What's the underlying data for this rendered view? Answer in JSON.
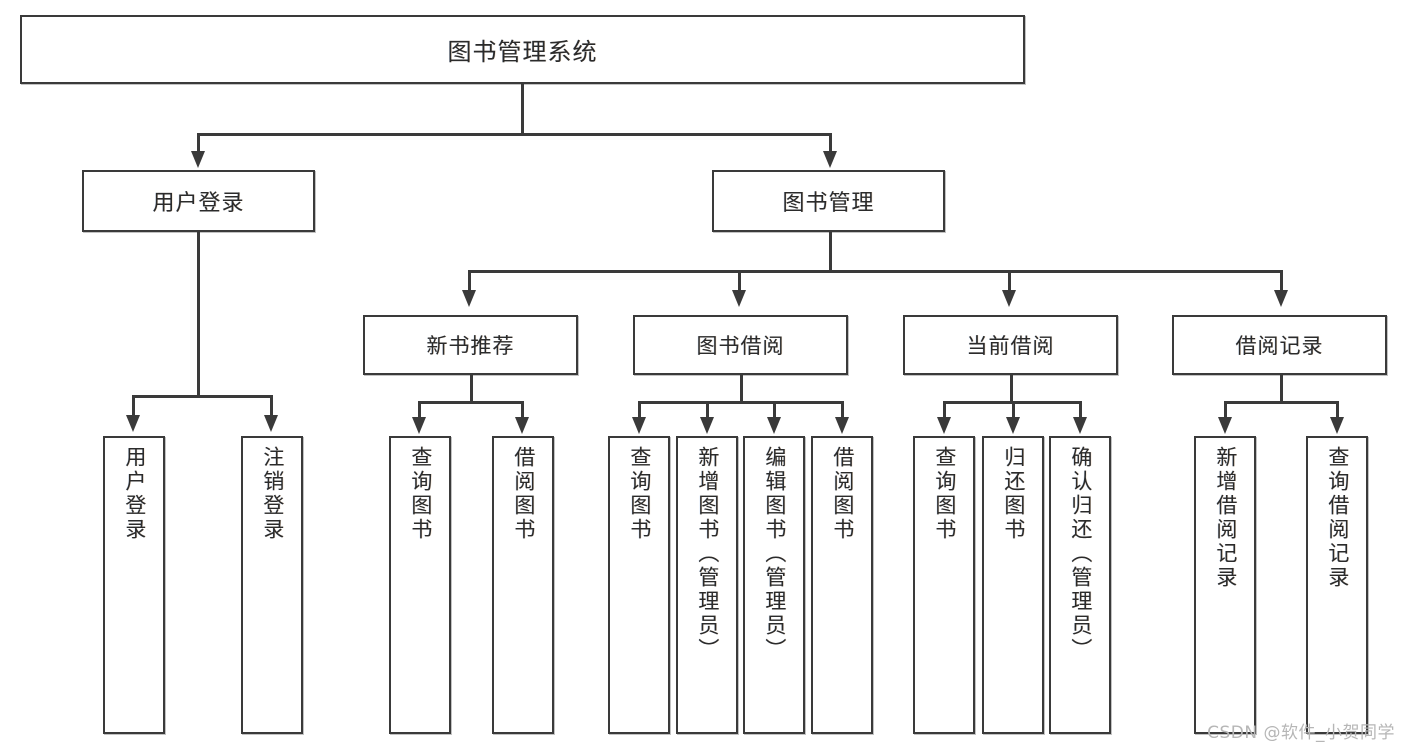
{
  "diagram": {
    "type": "tree",
    "title": "图书管理系统",
    "root": {
      "label": "图书管理系统"
    },
    "level2": [
      {
        "label": "用户登录"
      },
      {
        "label": "图书管理"
      }
    ],
    "level3": [
      {
        "label": "新书推荐"
      },
      {
        "label": "图书借阅"
      },
      {
        "label": "当前借阅"
      },
      {
        "label": "借阅记录"
      }
    ],
    "leaves": {
      "user_login": [
        {
          "label": "用户登录"
        },
        {
          "label": "注销登录"
        }
      ],
      "new_book_recommend": [
        {
          "label": "查询图书"
        },
        {
          "label": "借阅图书"
        }
      ],
      "book_borrow": [
        {
          "label": "查询图书"
        },
        {
          "label": "新增图书（管理员）"
        },
        {
          "label": "编辑图书（管理员）"
        },
        {
          "label": "借阅图书"
        }
      ],
      "current_borrow": [
        {
          "label": "查询图书"
        },
        {
          "label": "归还图书"
        },
        {
          "label": "确认归还（管理员）"
        }
      ],
      "borrow_record": [
        {
          "label": "新增借阅记录"
        },
        {
          "label": "查询借阅记录"
        }
      ]
    }
  },
  "watermark": {
    "text": "CSDN @软件_小贺同学"
  },
  "colors": {
    "stroke": "#3a3a3a",
    "text": "#2b2b2b",
    "background": "#ffffff",
    "watermark": "#b6b6b6"
  }
}
